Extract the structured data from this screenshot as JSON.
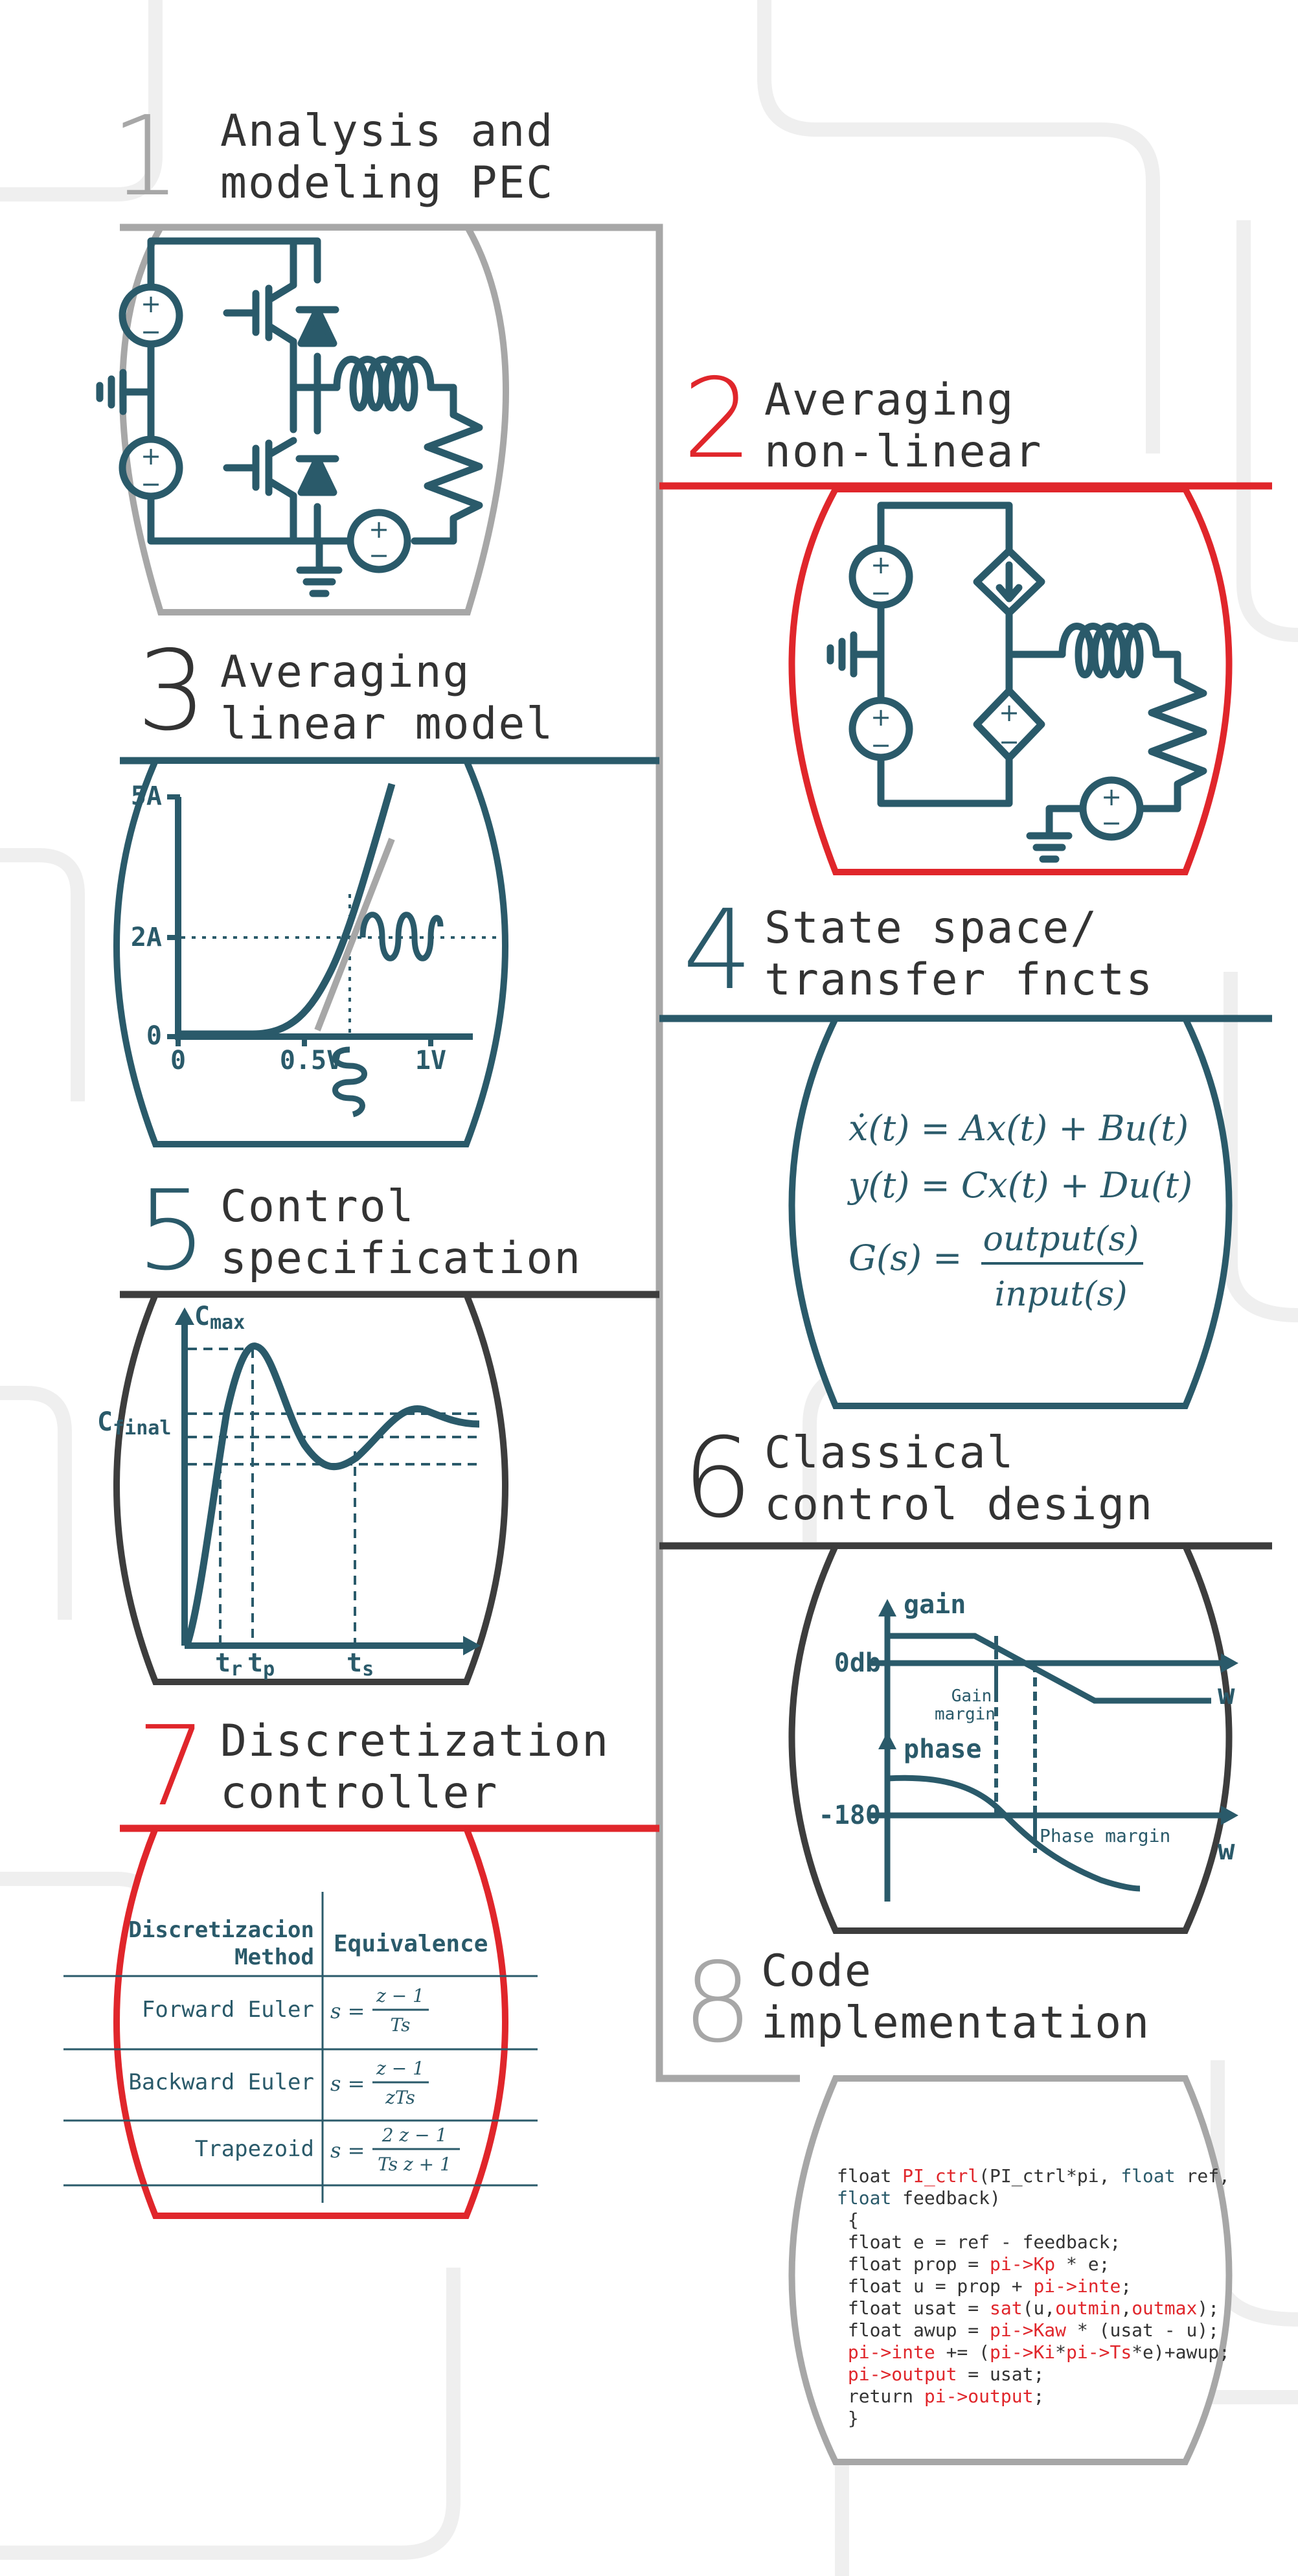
{
  "colors": {
    "grey": "#a7a7a7",
    "red": "#e0262b",
    "teal": "#2a5a6a",
    "dark": "#3d3d3d",
    "bg_lines": "#eeeeee"
  },
  "steps": [
    {
      "number": "1",
      "line1": "Analysis and",
      "line2": "modeling PEC"
    },
    {
      "number": "2",
      "line1": "Averaging",
      "line2": "non-linear"
    },
    {
      "number": "3",
      "line1": "Averaging",
      "line2": "linear model"
    },
    {
      "number": "4",
      "line1": "State space/",
      "line2": "transfer fncts"
    },
    {
      "number": "5",
      "line1": "Control",
      "line2": "specification"
    },
    {
      "number": "6",
      "line1": "Classical",
      "line2": "control design"
    },
    {
      "number": "7",
      "line1": "Discretization",
      "line2": "controller"
    },
    {
      "number": "8",
      "line1": "Code",
      "line2": "implementation"
    }
  ],
  "linear_model": {
    "y_ticks": [
      "5A",
      "2A",
      "0"
    ],
    "x_ticks": [
      "0",
      "0.5V",
      "1V"
    ]
  },
  "state_space": {
    "eq1": "ẋ(t) = Ax(t) + Bu(t)",
    "eq2": "y(t) = Cx(t) + Du(t)",
    "eq3_lhs": "G(s) =",
    "eq3_num": "output(s)",
    "eq3_den": "input(s)"
  },
  "control_spec": {
    "cmax": "C",
    "cmax_sub": "max",
    "cfinal": "C",
    "cfinal_sub": "final",
    "tr": "t",
    "tr_sub": "r",
    "tp": "t",
    "tp_sub": "p",
    "ts": "t",
    "ts_sub": "s"
  },
  "bode": {
    "gain": "gain",
    "phase": "phase",
    "zero_db": "0db",
    "minus180": "-180",
    "w1": "w",
    "w2": "w",
    "gain_margin_1": "Gain",
    "gain_margin_2": "margin",
    "phase_margin": "Phase margin"
  },
  "discretization_table": {
    "header_method_1": "Discretizacion",
    "header_method_2": "Method",
    "header_equiv": "Equivalence",
    "rows": [
      {
        "method": "Forward Euler",
        "lhs": "s =",
        "num": "z − 1",
        "den": "Ts"
      },
      {
        "method": "Backward Euler",
        "lhs": "s =",
        "num": "z − 1",
        "den": "zTs"
      },
      {
        "method": "Trapezoid",
        "lhs": "s =",
        "num": "2  z − 1",
        "den": "Ts z + 1"
      }
    ]
  },
  "code_lines": [
    [
      {
        "t": "float ",
        "c": "k"
      },
      {
        "t": "PI_ctrl",
        "c": "r"
      },
      {
        "t": "(PI_ctrl*pi, ",
        "c": "k"
      },
      {
        "t": "float",
        "c": "t"
      },
      {
        "t": " ref,",
        "c": "k"
      }
    ],
    [
      {
        "t": "float",
        "c": "t"
      },
      {
        "t": " feedback)",
        "c": "k"
      }
    ],
    [
      {
        "t": " {",
        "c": "k"
      }
    ],
    [
      {
        "t": " float e = ref - feedback;",
        "c": "k"
      }
    ],
    [
      {
        "t": " float prop = ",
        "c": "k"
      },
      {
        "t": "pi->Kp",
        "c": "r"
      },
      {
        "t": " * e;",
        "c": "k"
      }
    ],
    [
      {
        "t": " float u = prop + ",
        "c": "k"
      },
      {
        "t": "pi->inte",
        "c": "r"
      },
      {
        "t": ";",
        "c": "k"
      }
    ],
    [
      {
        "t": " float usat = ",
        "c": "k"
      },
      {
        "t": "sat",
        "c": "r"
      },
      {
        "t": "(u,",
        "c": "k"
      },
      {
        "t": "outmin",
        "c": "r"
      },
      {
        "t": ",",
        "c": "k"
      },
      {
        "t": "outmax",
        "c": "r"
      },
      {
        "t": ");",
        "c": "k"
      }
    ],
    [
      {
        "t": " float awup = ",
        "c": "k"
      },
      {
        "t": "pi->Kaw",
        "c": "r"
      },
      {
        "t": " * (usat - u);",
        "c": "k"
      }
    ],
    [
      {
        "t": " ",
        "c": "k"
      },
      {
        "t": "pi->inte",
        "c": "r"
      },
      {
        "t": " += (",
        "c": "k"
      },
      {
        "t": "pi->Ki",
        "c": "r"
      },
      {
        "t": "*",
        "c": "k"
      },
      {
        "t": "pi->Ts",
        "c": "r"
      },
      {
        "t": "*e)+awup;",
        "c": "k"
      }
    ],
    [
      {
        "t": " ",
        "c": "k"
      },
      {
        "t": "pi->output",
        "c": "r"
      },
      {
        "t": " = usat;",
        "c": "k"
      }
    ],
    [
      {
        "t": " return ",
        "c": "k"
      },
      {
        "t": "pi->output",
        "c": "r"
      },
      {
        "t": ";",
        "c": "k"
      }
    ],
    [
      {
        "t": " }",
        "c": "k"
      }
    ]
  ]
}
